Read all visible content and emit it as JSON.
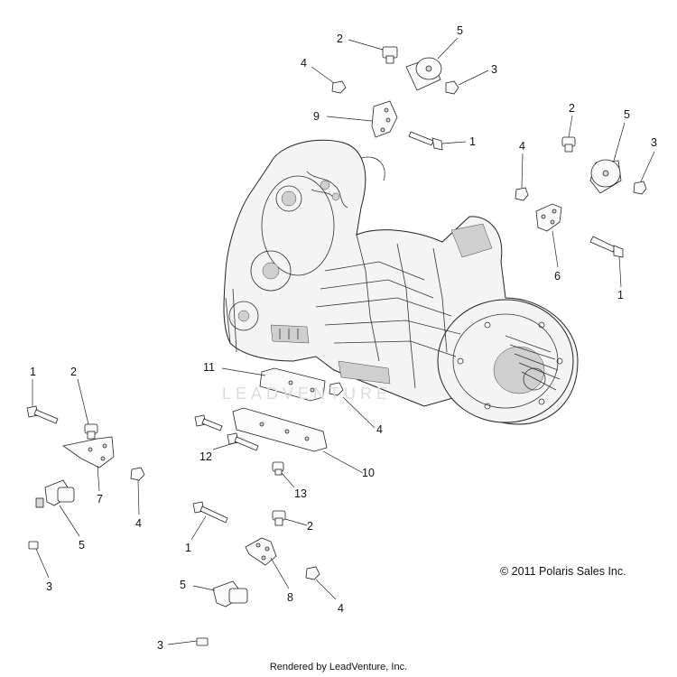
{
  "copyright": "© 2011 Polaris Sales Inc.",
  "rendered_by": "Rendered by LeadVenture, Inc.",
  "watermark": "LEADVENTURE",
  "callouts": {
    "top_2": "2",
    "top_5": "5",
    "top_4": "4",
    "top_3": "3",
    "top_9": "9",
    "top_1": "1",
    "right_2": "2",
    "right_5": "5",
    "right_4": "4",
    "right_3": "3",
    "right_6": "6",
    "right_1": "1",
    "left_1": "1",
    "left_2": "2",
    "left_7": "7",
    "left_4": "4",
    "left_5": "5",
    "left_3": "3",
    "mid_11": "11",
    "mid_4": "4",
    "mid_12": "12",
    "mid_10": "10",
    "mid_13": "13",
    "bot_1": "1",
    "bot_2": "2",
    "bot_8": "8",
    "bot_5": "5",
    "bot_4": "4",
    "bot_3": "3"
  }
}
